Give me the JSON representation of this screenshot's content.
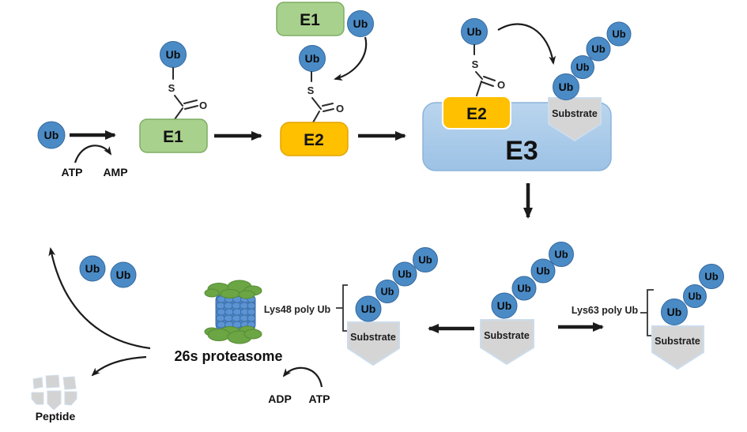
{
  "labels": {
    "ubiquitin": "Ub",
    "e1": "E1",
    "e2": "E2",
    "e3": "E3",
    "substrate": "Substrate",
    "sulfur": "S",
    "oxygen": "O",
    "atp": "ATP",
    "amp": "AMP",
    "adp": "ADP",
    "proteasome": "26s proteasome",
    "lys48": "Lys48 poly Ub",
    "lys63": "Lys63 poly Ub",
    "peptide": "Peptide"
  },
  "colors": {
    "ubiquitin_blue": "#4a8bc6",
    "e1_green": "#a9d18e",
    "e2_orange": "#ffc000",
    "e3_blue": "#9cc2e5",
    "e3_blue_light": "#bad5ee",
    "substrate_gray": "#d5d5d5",
    "proteasome_green": "#6ba544",
    "proteasome_blue": "#4a86c8",
    "arrow_black": "#1b1b1b"
  }
}
